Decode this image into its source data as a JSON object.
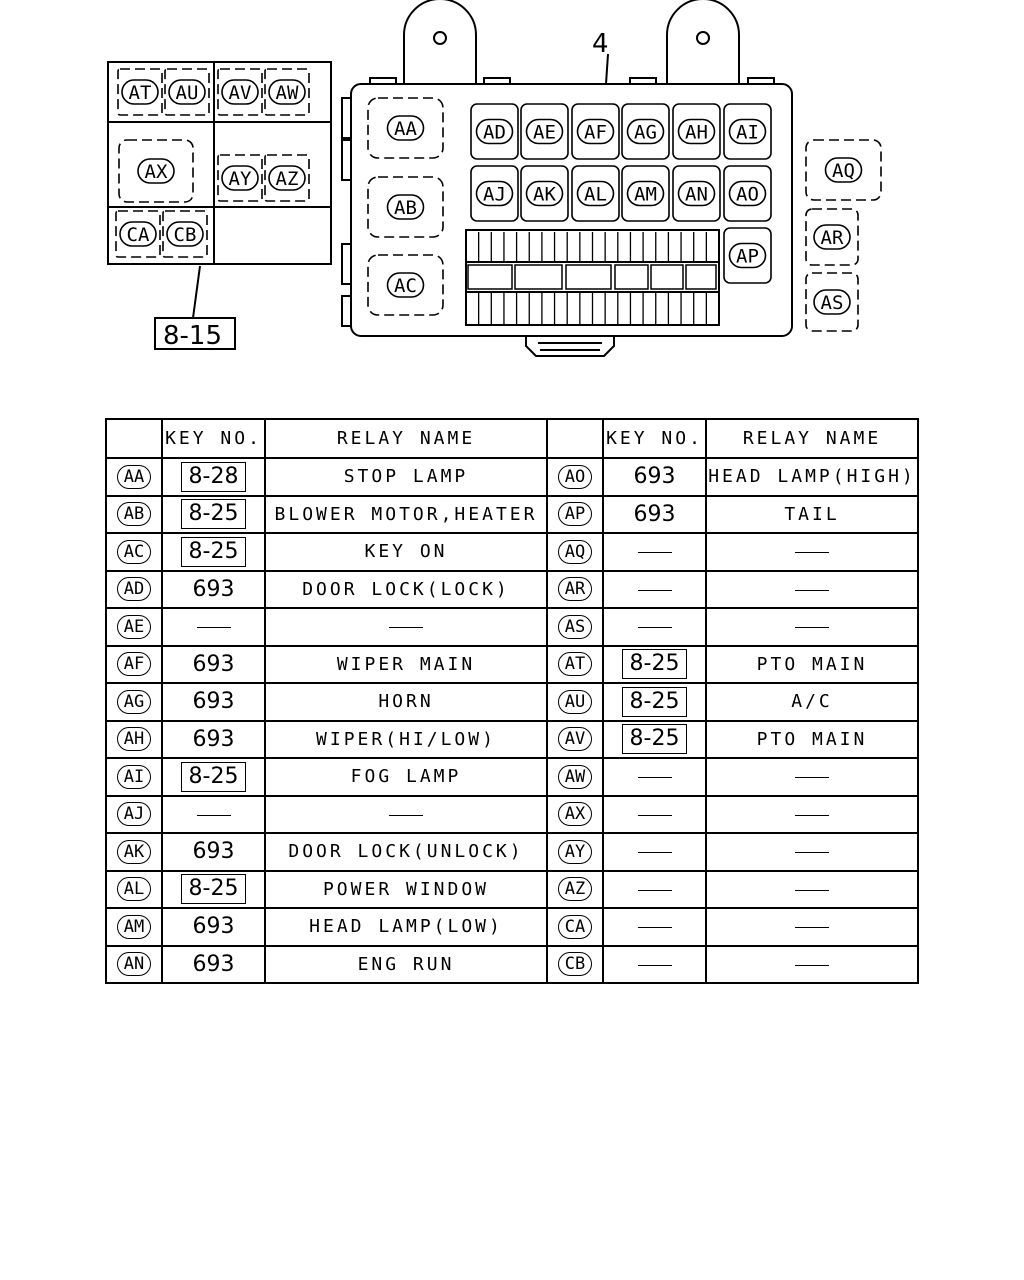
{
  "diagram": {
    "main_box_callout": "4",
    "left_block_callout": "8-15",
    "left_block_relays": [
      "AT",
      "AU",
      "AV",
      "AW",
      "AX",
      "AY",
      "AZ",
      "CA",
      "CB"
    ],
    "main_box_relays_large": [
      "AA",
      "AB",
      "AC"
    ],
    "main_box_relays_row1": [
      "AD",
      "AE",
      "AF",
      "AG",
      "AH",
      "AI"
    ],
    "main_box_relays_row2": [
      "AJ",
      "AK",
      "AL",
      "AM",
      "AN",
      "AO"
    ],
    "main_box_relay_side": "AP",
    "right_relays": [
      "AQ",
      "AR",
      "AS"
    ]
  },
  "table": {
    "header": {
      "key_no": "KEY NO.",
      "relay_name": "RELAY NAME"
    },
    "rows": [
      {
        "l": {
          "id": "AA",
          "key": "8-28",
          "boxed": true,
          "name": "STOP LAMP"
        },
        "r": {
          "id": "AO",
          "key": "693",
          "boxed": false,
          "name": "HEAD LAMP(HIGH)"
        }
      },
      {
        "l": {
          "id": "AB",
          "key": "8-25",
          "boxed": true,
          "name": "BLOWER MOTOR,HEATER"
        },
        "r": {
          "id": "AP",
          "key": "693",
          "boxed": false,
          "name": "TAIL"
        }
      },
      {
        "l": {
          "id": "AC",
          "key": "8-25",
          "boxed": true,
          "name": "KEY ON"
        },
        "r": {
          "id": "AQ",
          "key": "",
          "boxed": false,
          "name": ""
        }
      },
      {
        "l": {
          "id": "AD",
          "key": "693",
          "boxed": false,
          "name": "DOOR LOCK(LOCK)"
        },
        "r": {
          "id": "AR",
          "key": "",
          "boxed": false,
          "name": ""
        }
      },
      {
        "l": {
          "id": "AE",
          "key": "",
          "boxed": false,
          "name": ""
        },
        "r": {
          "id": "AS",
          "key": "",
          "boxed": false,
          "name": ""
        }
      },
      {
        "l": {
          "id": "AF",
          "key": "693",
          "boxed": false,
          "name": "WIPER MAIN"
        },
        "r": {
          "id": "AT",
          "key": "8-25",
          "boxed": true,
          "name": "PTO MAIN"
        }
      },
      {
        "l": {
          "id": "AG",
          "key": "693",
          "boxed": false,
          "name": "HORN"
        },
        "r": {
          "id": "AU",
          "key": "8-25",
          "boxed": true,
          "name": "A/C"
        }
      },
      {
        "l": {
          "id": "AH",
          "key": "693",
          "boxed": false,
          "name": "WIPER(HI/LOW)"
        },
        "r": {
          "id": "AV",
          "key": "8-25",
          "boxed": true,
          "name": "PTO MAIN"
        }
      },
      {
        "l": {
          "id": "AI",
          "key": "8-25",
          "boxed": true,
          "name": "FOG LAMP"
        },
        "r": {
          "id": "AW",
          "key": "",
          "boxed": false,
          "name": ""
        }
      },
      {
        "l": {
          "id": "AJ",
          "key": "",
          "boxed": false,
          "name": ""
        },
        "r": {
          "id": "AX",
          "key": "",
          "boxed": false,
          "name": ""
        }
      },
      {
        "l": {
          "id": "AK",
          "key": "693",
          "boxed": false,
          "name": "DOOR LOCK(UNLOCK)"
        },
        "r": {
          "id": "AY",
          "key": "",
          "boxed": false,
          "name": ""
        }
      },
      {
        "l": {
          "id": "AL",
          "key": "8-25",
          "boxed": true,
          "name": "POWER WINDOW"
        },
        "r": {
          "id": "AZ",
          "key": "",
          "boxed": false,
          "name": ""
        }
      },
      {
        "l": {
          "id": "AM",
          "key": "693",
          "boxed": false,
          "name": "HEAD LAMP(LOW)"
        },
        "r": {
          "id": "CA",
          "key": "",
          "boxed": false,
          "name": ""
        }
      },
      {
        "l": {
          "id": "AN",
          "key": "693",
          "boxed": false,
          "name": "ENG RUN"
        },
        "r": {
          "id": "CB",
          "key": "",
          "boxed": false,
          "name": ""
        }
      }
    ]
  }
}
